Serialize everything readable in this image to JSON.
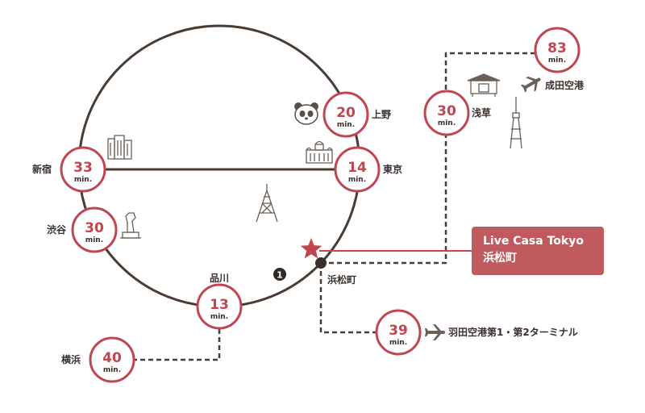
{
  "callout": {
    "line1": "Live Casa Tokyo",
    "line2": "浜松町"
  },
  "home_station": "浜松町",
  "marker_number": "1",
  "unit": "min.",
  "stations": {
    "ueno": {
      "label": "上野",
      "minutes": "20"
    },
    "tokyo": {
      "label": "東京",
      "minutes": "14"
    },
    "shinjuku": {
      "label": "新宿",
      "minutes": "33"
    },
    "shibuya": {
      "label": "渋谷",
      "minutes": "30"
    },
    "shinagawa": {
      "label": "品川",
      "minutes": "13"
    },
    "yokohama": {
      "label": "横浜",
      "minutes": "40"
    },
    "asakusa": {
      "label": "浅草",
      "minutes": "30"
    },
    "narita": {
      "label": "成田空港",
      "minutes": "83"
    },
    "haneda": {
      "label": "羽田空港第1・第2ターミナル",
      "minutes": "39"
    }
  },
  "colors": {
    "line": "#4a3b33",
    "accent": "#c0464f",
    "callout": "#c05a5e",
    "icon": "#6b5f58"
  },
  "icons": [
    "panda-icon",
    "tokyo-station-icon",
    "building-icon",
    "statue-icon",
    "tokyo-tower-icon",
    "temple-gate-icon",
    "skytree-icon",
    "airplane-icon",
    "star-icon"
  ]
}
